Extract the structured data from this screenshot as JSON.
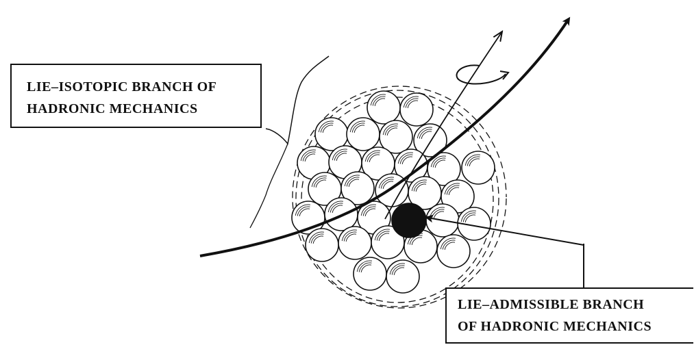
{
  "labels": {
    "isotopic": {
      "line1": "LIE–ISOTOPIC BRANCH OF",
      "line2": "HADRONIC MECHANICS"
    },
    "admissible": {
      "line1": "LIE–ADMISSIBLE BRANCH",
      "line2": "OF HADRONIC MECHANICS"
    }
  },
  "colors": {
    "ink": "#111111",
    "sphere_fill": "#ffffff",
    "core_fill": "#111111"
  },
  "icons": {
    "rotation": "rotation-arrow-icon",
    "arrowheads": "arrowhead-icon"
  }
}
